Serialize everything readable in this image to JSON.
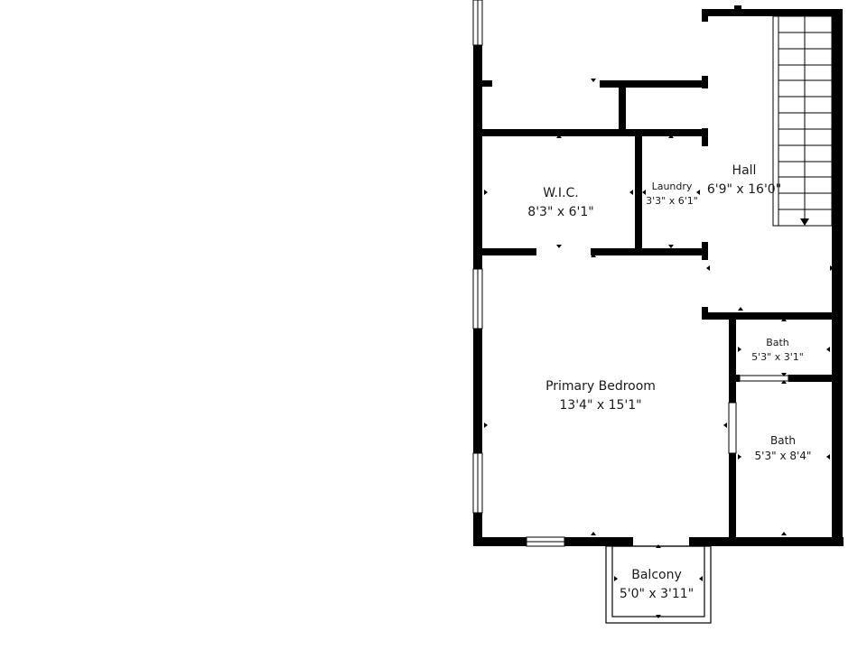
{
  "colors": {
    "wall": "#000000",
    "background": "#ffffff",
    "text": "#1a1a1a"
  },
  "rooms": {
    "wic": {
      "name": "W.I.C.",
      "dims": "8'3\" x 6'1\""
    },
    "laundry": {
      "name": "Laundry",
      "dims": "3'3\" x 6'1\""
    },
    "hall": {
      "name": "Hall",
      "dims": "6'9\" x 16'0\""
    },
    "bath1": {
      "name": "Bath",
      "dims": "5'3\" x 3'1\""
    },
    "bath2": {
      "name": "Bath",
      "dims": "5'3\" x 8'4\""
    },
    "primary": {
      "name": "Primary Bedroom",
      "dims": "13'4\" x 15'1\""
    },
    "balcony": {
      "name": "Balcony",
      "dims": "5'0\" x 3'11\""
    }
  },
  "icons": {
    "stairs": "stairs-down-arrow-icon"
  }
}
